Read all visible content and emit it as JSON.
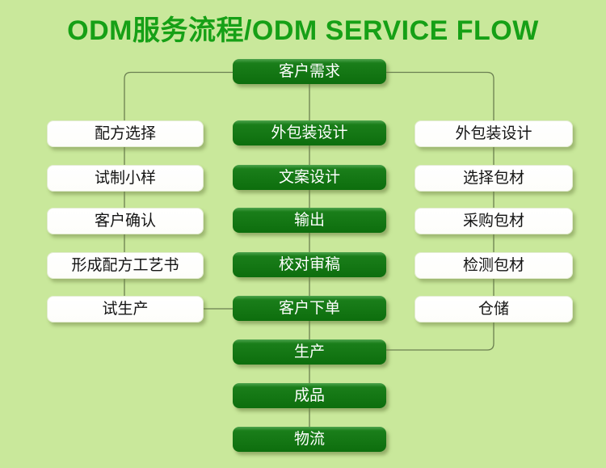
{
  "title": "ODM服务流程/ODM SERVICE FLOW",
  "palette": {
    "background": "#c9e89b",
    "title_green": "#16a016",
    "node_green_dark": "#0d6e0d",
    "node_green_highlight": "#4ea44e",
    "node_white": "#ffffff",
    "node_text_dark": "#141414",
    "node_text_light": "#ffffff",
    "connector": "#6b7f51"
  },
  "flowchart": {
    "root": {
      "label": "客户需求"
    },
    "left_column": {
      "items": [
        {
          "label": "配方选择"
        },
        {
          "label": "试制小样"
        },
        {
          "label": "客户确认"
        },
        {
          "label": "形成配方工艺书"
        },
        {
          "label": "试生产"
        }
      ]
    },
    "middle_column": {
      "items": [
        {
          "label": "外包装设计"
        },
        {
          "label": "文案设计"
        },
        {
          "label": "输出"
        },
        {
          "label": "校对审稿"
        },
        {
          "label": "客户下单"
        },
        {
          "label": "生产"
        },
        {
          "label": "成品"
        },
        {
          "label": "物流"
        }
      ]
    },
    "right_column": {
      "items": [
        {
          "label": "外包装设计"
        },
        {
          "label": "选择包材"
        },
        {
          "label": "采购包材"
        },
        {
          "label": "检测包材"
        },
        {
          "label": "仓储"
        }
      ]
    }
  }
}
